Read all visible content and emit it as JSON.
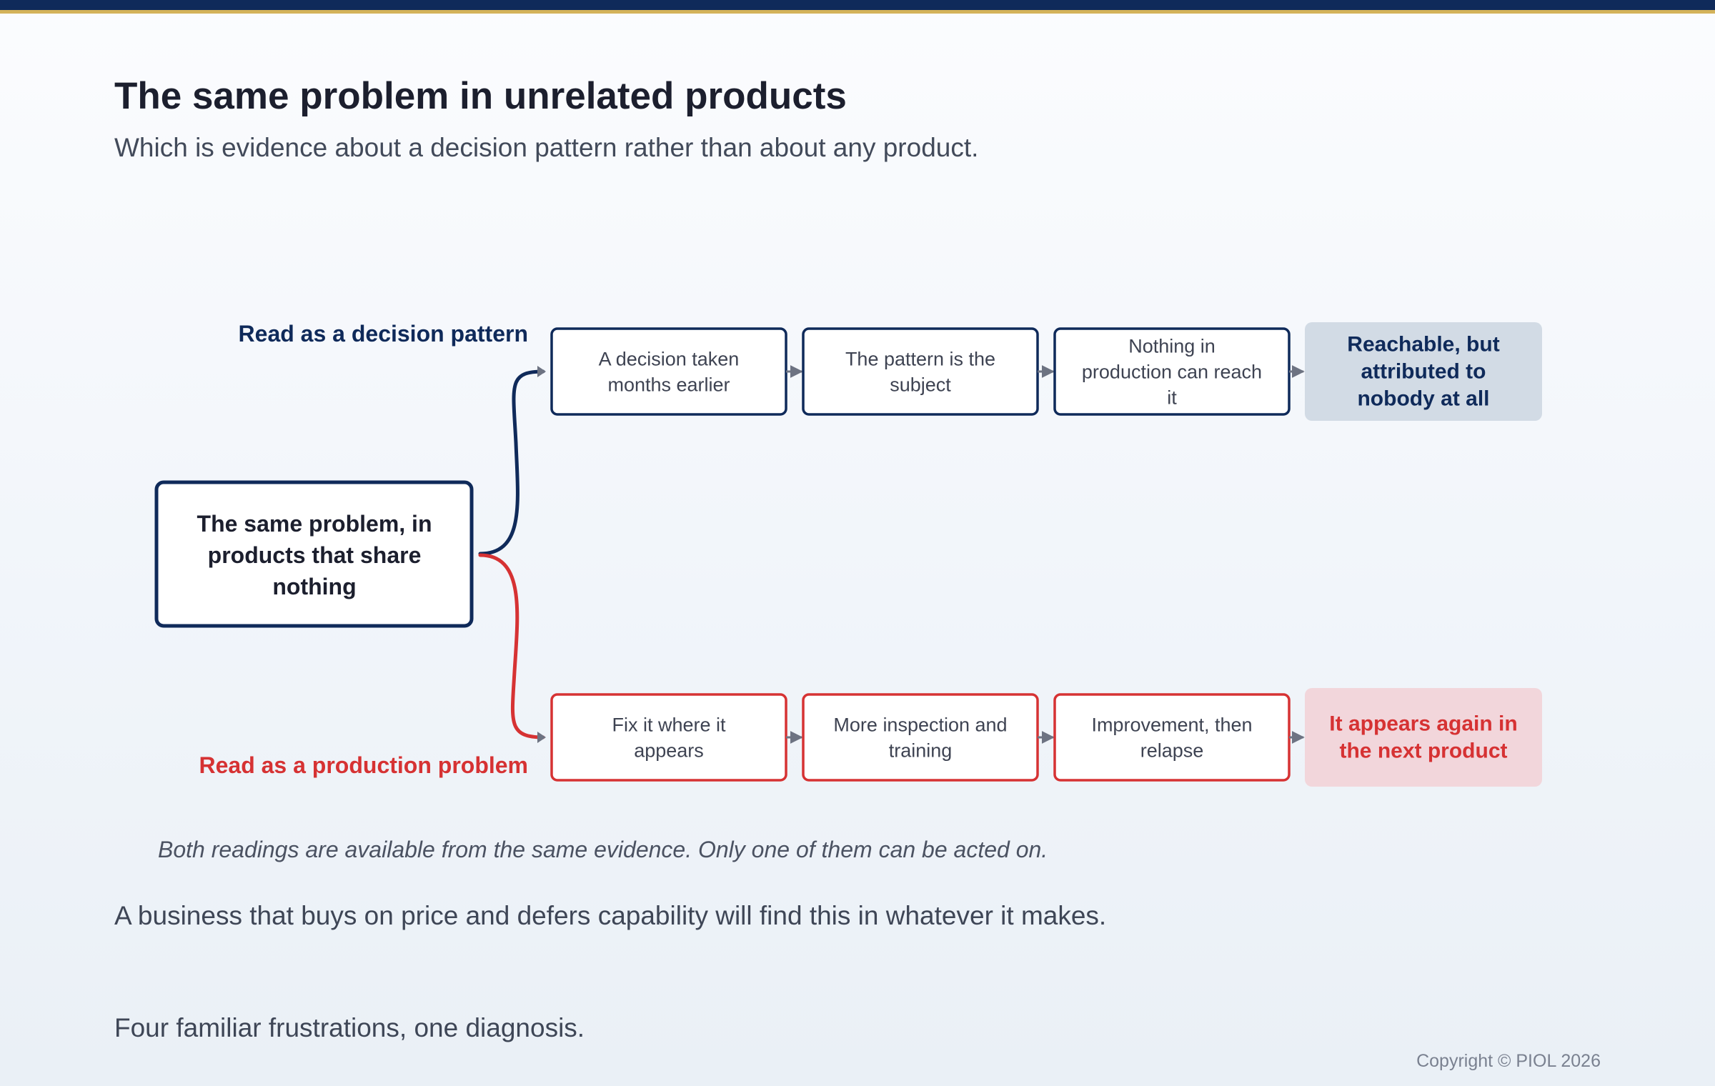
{
  "header": {
    "title": "The same problem in unrelated products",
    "subtitle": "Which is evidence about a decision pattern rather than about any product."
  },
  "diagram": {
    "source": {
      "lines": [
        "The same problem, in",
        "products that share",
        "nothing"
      ]
    },
    "branches": [
      {
        "label": "Read as a decision pattern",
        "color": "#0f2a5a",
        "steps": [
          [
            "A decision taken",
            "months earlier"
          ],
          [
            "The pattern is the",
            "subject"
          ],
          [
            "Nothing in",
            "production can reach",
            "it"
          ]
        ],
        "outcome": [
          "Reachable, but",
          "attributed to",
          "nobody at all"
        ],
        "outcome_fill": "#d2dbe5"
      },
      {
        "label": "Read as a production problem",
        "color": "#d63233",
        "steps": [
          [
            "Fix it where it",
            "appears"
          ],
          [
            "More inspection and",
            "training"
          ],
          [
            "Improvement, then",
            "relapse"
          ]
        ],
        "outcome": [
          "It appears again in",
          "the next product"
        ],
        "outcome_fill": "#f2d6db"
      }
    ],
    "arrow_color": "#6d7382"
  },
  "caption": "Both readings are available from the same evidence. Only one of them can be acted on.",
  "body": {
    "line1": "A business that buys on price and defers capability will find this in whatever it makes.",
    "line2": "Four familiar frustrations, one diagnosis."
  },
  "footer": {
    "copyright": "Copyright © PIOL 2026"
  }
}
